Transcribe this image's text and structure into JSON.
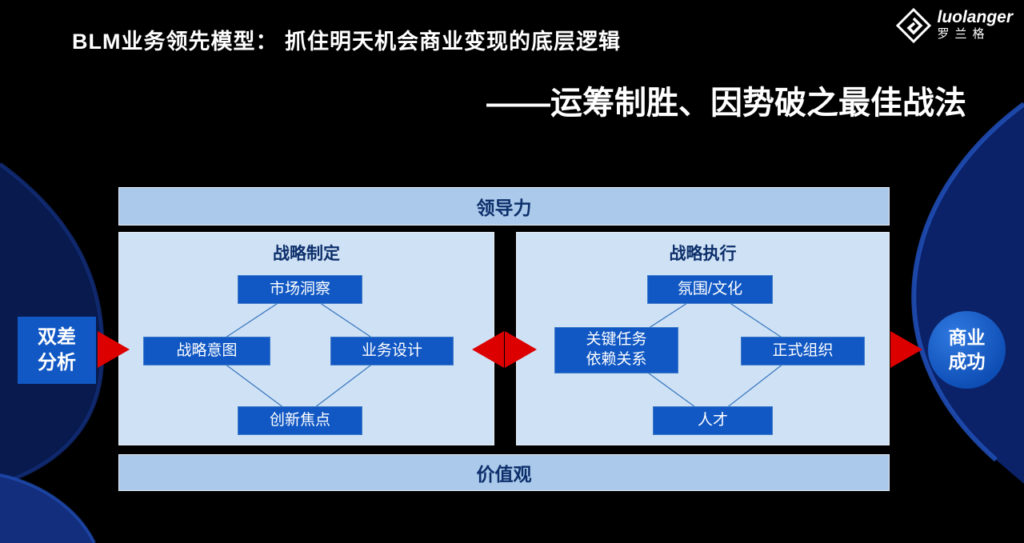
{
  "header": {
    "title": "BLM业务领先模型： 抓住明天机会商业变现的底层逻辑",
    "subtitle": "——运筹制胜、因势破之最佳战法"
  },
  "logo": {
    "brand": "luolanger",
    "brand_cjk": "罗兰格"
  },
  "diagram": {
    "leadership_bar": "领导力",
    "values_bar": "价值观",
    "left_panel": {
      "title": "战略制定",
      "box_top": "市场洞察",
      "box_left": "战略意图",
      "box_right": "业务设计",
      "box_bottom": "创新焦点"
    },
    "right_panel": {
      "title": "战略执行",
      "box_top": "氛围/文化",
      "box_left_line1": "关键任务",
      "box_left_line2": "依赖关系",
      "box_right": "正式组织",
      "box_bottom": "人才"
    },
    "input_line1": "双差",
    "input_line2": "分析",
    "output_line1": "商业",
    "output_line2": "成功"
  },
  "colors": {
    "bar_bg": "#abc9ea",
    "panel_bg": "#cfe2f5",
    "box_blue": "#1158c4",
    "arrow_red": "#dc0000",
    "swoosh_navy": "#0b2268"
  }
}
